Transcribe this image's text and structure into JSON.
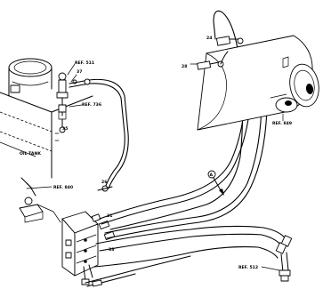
{
  "refs": {
    "ref_511": "REF. 511",
    "ref_736": "REF. 736",
    "ref_840": "REF. 840",
    "ref_849": "REF. 849",
    "ref_512": "REF. 512"
  },
  "labels": {
    "oil_tank": "OIL TANK",
    "detail_mark": "A"
  },
  "callouts": {
    "c24": "24",
    "c28": "28",
    "c37": "37",
    "c35": "35",
    "c26": "26",
    "c31": "31",
    "c33": "33"
  }
}
